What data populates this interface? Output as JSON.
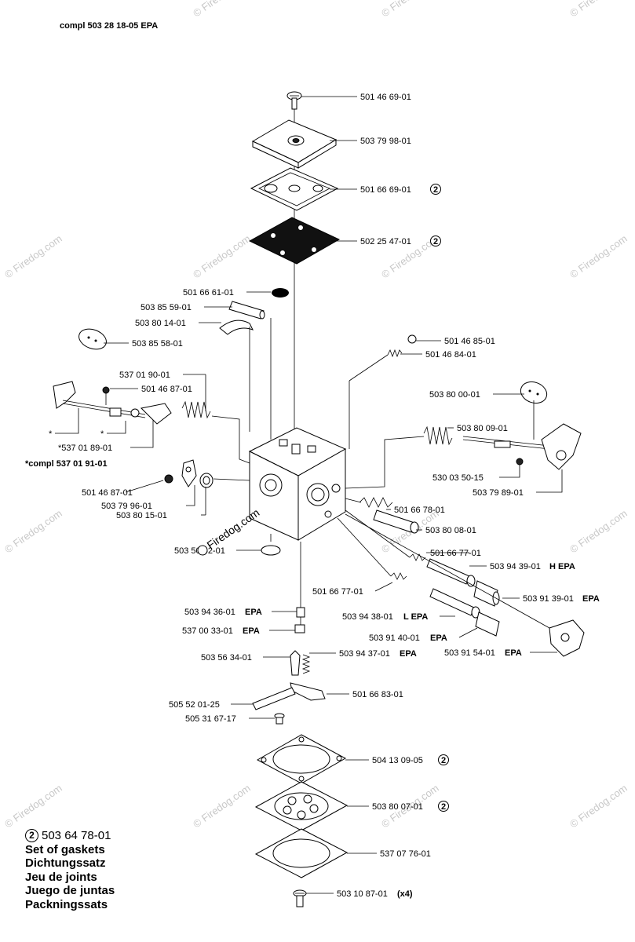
{
  "header": {
    "prefix": "compl 503 28 18-05",
    "suffix": "EPA"
  },
  "watermark": "© Firedog.com",
  "center_watermark": "Firedog.com",
  "marker": "2",
  "labels": {
    "p01": "501 46 69-01",
    "p02": "503 79 98-01",
    "p03": "501 66 69-01",
    "p04": "502 25 47-01",
    "p05": "501 66 61-01",
    "p06": "503 85 59-01",
    "p07": "503 80 14-01",
    "p08": "503 85 58-01",
    "p09": "537 01 90-01",
    "p10": "501 46 87-01",
    "p11": "*537 01 89-01",
    "p12": "*compl 537 01 91-01",
    "p13": "501 46 85-01",
    "p14": "501 46 84-01",
    "p15": "503 80 00-01",
    "p16": "503 80 09-01",
    "p17": "530 03 50-15",
    "p18": "503 79 89-01",
    "p19": "501 46 87-01",
    "p20": "503 79 96-01",
    "p21": "503 80 15-01",
    "p22": "501 66 78-01",
    "p23": "503 80 08-01",
    "p24": "503 50 42-01",
    "p25": "501 66 77-01",
    "p26": "503 94 39-01",
    "p26b": "H EPA",
    "p27": "501 66 77-01",
    "p28": "503 91 39-01",
    "p28b": "EPA",
    "p29": "503 94 36-01",
    "p29b": "EPA",
    "p30": "503 94 38-01",
    "p30b": "L EPA",
    "p31": "537 00 33-01",
    "p31b": "EPA",
    "p32": "503 91 40-01",
    "p32b": "EPA",
    "p33": "503 91 54-01",
    "p33b": "EPA",
    "p34": "503 56 34-01",
    "p35": "503 94 37-01",
    "p35b": "EPA",
    "p36": "505 52 01-25",
    "p37": "501 66 83-01",
    "p38": "505 31 67-17",
    "p39": "504 13 09-05",
    "p40": "503 80 07-01",
    "p41": "537 07 76-01",
    "p42": "503 10 87-01",
    "p42b": "(x4)",
    "star": "*"
  },
  "legend": {
    "marker": "2",
    "number": "503 64 78-01",
    "lines": [
      "Set of gaskets",
      "Dichtungssatz",
      "Jeu de joints",
      "Juego de juntas",
      "Packningssats"
    ]
  }
}
